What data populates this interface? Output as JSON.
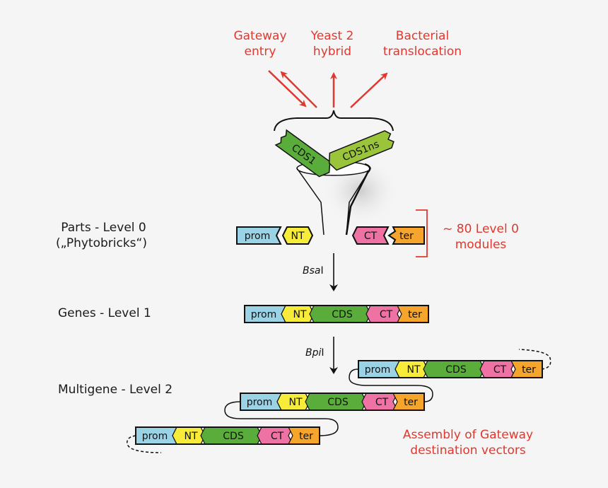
{
  "colors": {
    "prom": "#9ad3e6",
    "NT": "#f7ec3a",
    "CDS": "#5aad3b",
    "CDS1ns": "#9ac43a",
    "CT": "#ee72a3",
    "ter": "#f5a52b",
    "accent_red": "#e0382e"
  },
  "targets": [
    {
      "line1": "Gateway",
      "line2": "entry"
    },
    {
      "line1": "Yeast 2",
      "line2": "hybrid"
    },
    {
      "line1": "Bacterial",
      "line2": "translocation"
    }
  ],
  "funnel_parts": [
    "CDS1",
    "CDS1ns"
  ],
  "levels": {
    "level0": {
      "line1": "Parts - Level 0",
      "line2": "(„Phytobricks“)"
    },
    "level1": "Genes - Level 1",
    "level2": "Multigene - Level 2"
  },
  "level0_parts_left": [
    "prom",
    "NT"
  ],
  "level0_parts_right": [
    "CT",
    "ter"
  ],
  "level0_note": {
    "line1": "~ 80 Level 0",
    "line2": "modules"
  },
  "enzymes": [
    {
      "name": "Bsa",
      "suffix": "I"
    },
    {
      "name": "Bpi",
      "suffix": "I"
    }
  ],
  "gene_parts": [
    "prom",
    "NT",
    "CDS",
    "CT",
    "ter"
  ],
  "assembly_note": {
    "line1": "Assembly of Gateway",
    "line2": "destination vectors"
  }
}
